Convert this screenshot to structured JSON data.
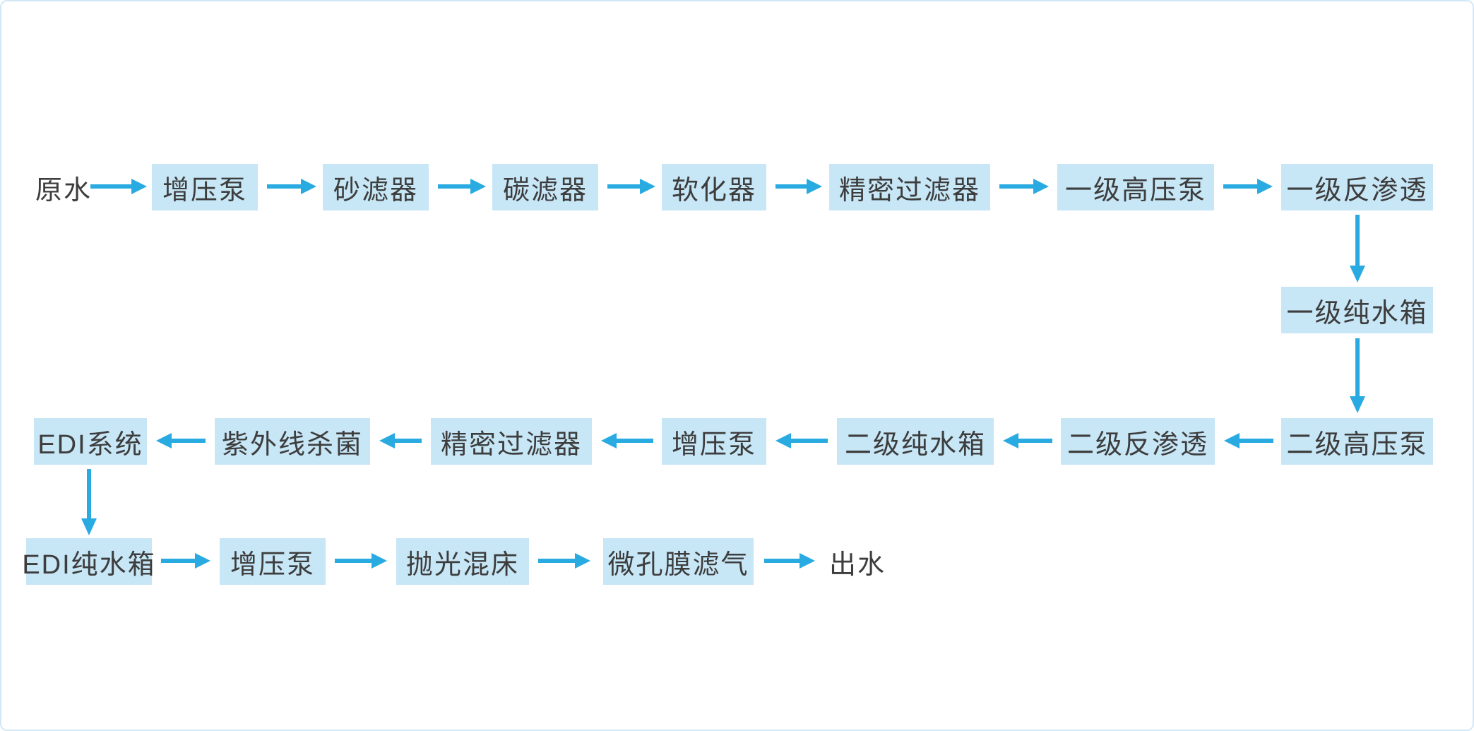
{
  "diagram_type": "process-flowchart",
  "colors": {
    "node_fill": "#c7e6f6",
    "arrow": "#29abe2",
    "text": "#3d3d3d",
    "frame_border": "#d2e8f6",
    "background": "#ffffff"
  },
  "nodes": {
    "raw_water": "原水",
    "booster_pump_1": "增压泵",
    "sand_filter": "砂滤器",
    "carbon_filter": "碳滤器",
    "softener": "软化器",
    "precision_filter_1": "精密过滤器",
    "stage1_high_pressure_pump": "一级高压泵",
    "stage1_reverse_osmosis": "一级反渗透",
    "stage1_pure_water_tank": "一级纯水箱",
    "stage2_high_pressure_pump": "二级高压泵",
    "stage2_reverse_osmosis": "二级反渗透",
    "stage2_pure_water_tank": "二级纯水箱",
    "booster_pump_2": "增压泵",
    "precision_filter_2": "精密过滤器",
    "uv_sterilizer": "紫外线杀菌",
    "edi_system": "EDI系统",
    "edi_pure_water_tank": "EDI纯水箱",
    "booster_pump_3": "增压泵",
    "polishing_mixed_bed": "抛光混床",
    "microporous_membrane_filter": "微孔膜滤气",
    "outlet_water": "出水"
  },
  "flow": [
    "原水 → 增压泵 → 砂滤器 → 碳滤器 → 软化器 → 精密过滤器 → 一级高压泵 → 一级反渗透",
    "一级反渗透 ↓ 一级纯水箱 ↓ 二级高压泵",
    "二级高压泵 → 二级反渗透 → 二级纯水箱 → 增压泵 → 精密过滤器 → 紫外线杀菌 → EDI系统",
    "EDI系统 ↓ EDI纯水箱",
    "EDI纯水箱 → 增压泵 → 抛光混床 → 微孔膜滤气 → 出水"
  ]
}
